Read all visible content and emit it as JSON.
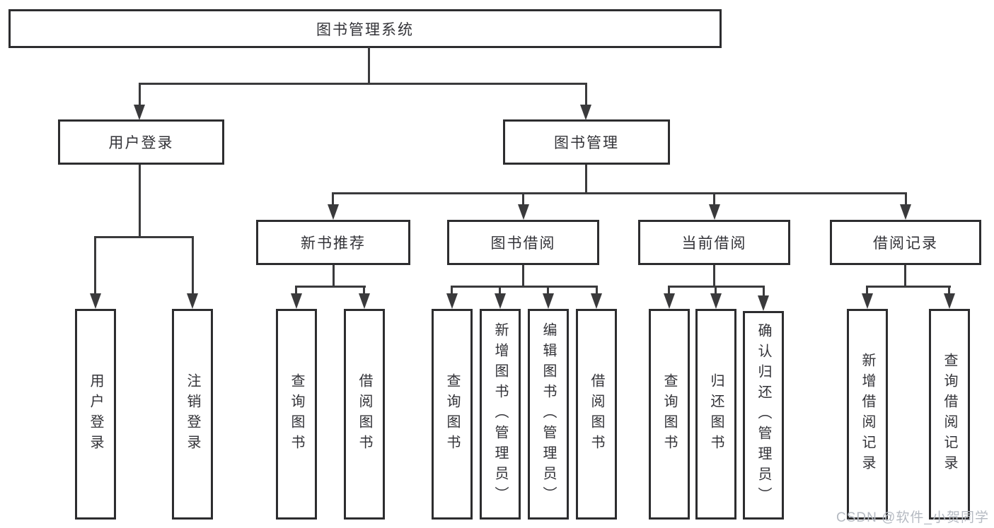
{
  "diagram": {
    "title": "图书管理系统",
    "branches": [
      {
        "label": "用户登录",
        "children": [
          "用户登录",
          "注销登录"
        ]
      },
      {
        "label": "图书管理",
        "sections": [
          {
            "label": "新书推荐",
            "children": [
              "查询图书",
              "借阅图书"
            ]
          },
          {
            "label": "图书借阅",
            "children": [
              "查询图书",
              "新增图书（管理员）",
              "编辑图书（管理员）",
              "借阅图书"
            ]
          },
          {
            "label": "当前借阅",
            "children": [
              "查询图书",
              "归还图书",
              "确认归还（管理员）"
            ]
          },
          {
            "label": "借阅记录",
            "children": [
              "新增借阅记录",
              "查询借阅记录"
            ]
          }
        ]
      }
    ]
  },
  "watermark": {
    "text": "CSDN @软件_小贺同学"
  },
  "colors": {
    "line": "#3a3a3c",
    "box_border": "#2d2d2f",
    "text": "#333338",
    "watermark_text": "#b5bac2",
    "background": "#ffffff"
  }
}
